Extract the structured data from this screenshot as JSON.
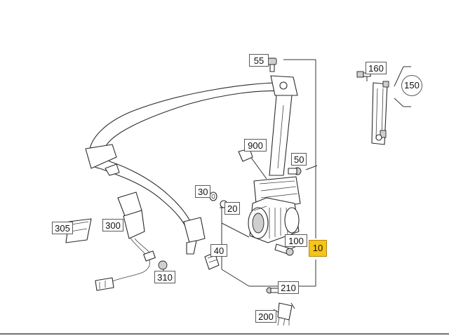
{
  "labels": {
    "l55": "55",
    "l160": "160",
    "l150": "150",
    "l900": "900",
    "l50": "50",
    "l30": "30",
    "l20": "20",
    "l305": "305",
    "l300": "300",
    "l100": "100",
    "l10": "10",
    "l40": "40",
    "l310": "310",
    "l210": "210",
    "l200": "200"
  },
  "colors": {
    "highlight": "#f5c518",
    "line": "#333333"
  }
}
